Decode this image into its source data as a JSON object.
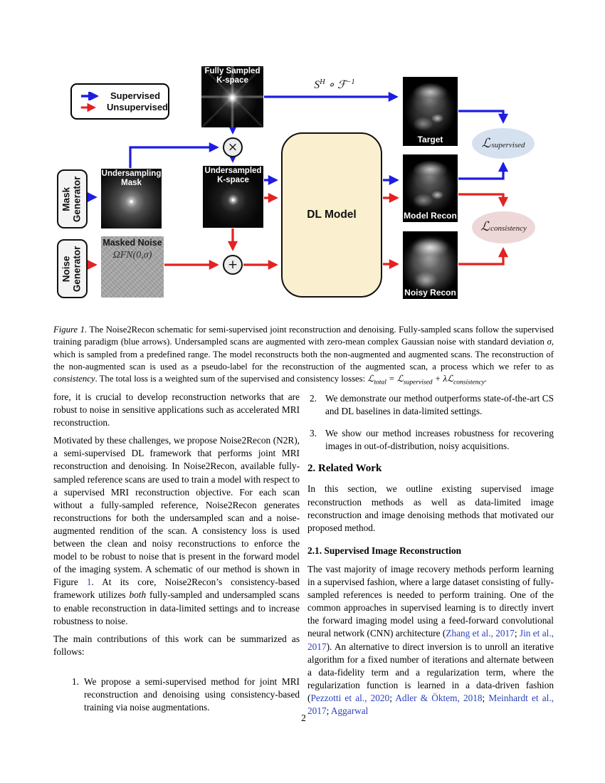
{
  "page_number": "2",
  "figure": {
    "legend": {
      "supervised_label": "Supervised",
      "unsupervised_label": "Unsupervised"
    },
    "operator": {
      "base": "S",
      "sup": "H",
      "circ": " ∘ ",
      "f": "ℱ",
      "fsup": "−1"
    },
    "nodes": {
      "fully_sampled_kspace": {
        "line1": "Fully Sampled",
        "line2": "K-space"
      },
      "undersampling_mask": {
        "line1": "Undersampling",
        "line2": "Mask"
      },
      "undersampled_kspace": {
        "line1": "Undersampled",
        "line2": "K-space"
      },
      "mask_generator": {
        "line1": "Mask",
        "line2": "Generator"
      },
      "noise_generator": {
        "line1": "Noise",
        "line2": "Generator"
      },
      "masked_noise": {
        "title": "Masked Noise",
        "formula": "ΩFN(0,σ)"
      },
      "dl_model": "DL Model",
      "target": "Target",
      "model_recon": "Model Recon",
      "noisy_recon": "Noisy Recon",
      "times_op": "×",
      "plus_op": "+",
      "loss_supervised": {
        "l": "ℒ",
        "sub": "supervised"
      },
      "loss_consistency": {
        "l": "ℒ",
        "sub": "consistency"
      }
    },
    "colors": {
      "supervised_arrow": "#1d1de0",
      "unsupervised_arrow": "#e32222",
      "dl_model_fill": "#faf0cf",
      "loss_supervised_fill": "#d6e1ef",
      "loss_consistency_fill": "#eed7d7"
    }
  },
  "caption": {
    "segments": [
      {
        "t": "Figure 1."
      },
      {
        "t": " The Noise2Recon schematic for semi-supervised joint reconstruction and denoising. Fully-sampled scans follow the supervised training paradigm (blue arrows). Undersampled scans are augmented with zero-mean complex Gaussian noise with standard deviation "
      },
      {
        "t": "σ"
      },
      {
        "t": ", which is sampled from a predefined range. The model reconstructs both the non-augmented and augmented scans. The reconstruction of the non-augmented scan is used as a pseudo-label for the reconstruction of the augmented scan, a process which we refer to as "
      },
      {
        "t": "consistency"
      },
      {
        "t": ". The total loss is a weighted sum of the supervised and consistency losses: "
      },
      {
        "t": "ℒ"
      },
      {
        "t": "total"
      },
      {
        "t": " = "
      },
      {
        "t": "ℒ"
      },
      {
        "t": "supervised"
      },
      {
        "t": " + λ"
      },
      {
        "t": "ℒ"
      },
      {
        "t": "consistency"
      },
      {
        "t": "."
      }
    ]
  },
  "left_column": {
    "p1": "fore, it is crucial to develop reconstruction networks that are robust to noise in sensitive applications such as accelerated MRI reconstruction.",
    "p2": {
      "segments": [
        {
          "t": "Motivated by these challenges, we propose Noise2Recon (N2R), a semi-supervised DL framework that performs joint MRI reconstruction and denoising. In Noise2Recon, available fully-sampled reference scans are used to train a model with respect to a supervised MRI reconstruction objective. For each scan without a fully-sampled reference, Noise2Recon generates reconstructions for both the undersampled scan and a noise-augmented rendition of the scan. A consistency loss is used between the clean and noisy reconstructions to enforce the model to be robust to noise that is present in the forward model of the imaging system. A schematic of our method is shown in Figure "
        },
        {
          "t": "1"
        },
        {
          "t": ". At its core, Noise2Recon’s consistency-based framework utilizes "
        },
        {
          "t": "both"
        },
        {
          "t": " fully-sampled and undersampled scans to enable reconstruction in data-limited settings and to increase robustness to noise."
        }
      ]
    },
    "p3": "The main contributions of this work can be summarized as follows:",
    "item1": {
      "num": "1.",
      "text": "We propose a semi-supervised method for joint MRI reconstruction and denoising using consistency-based training via noise augmentations."
    }
  },
  "right_column": {
    "item2": {
      "num": "2.",
      "text": "We demonstrate our method outperforms state-of-the-art CS and DL baselines in data-limited settings."
    },
    "item3": {
      "num": "3.",
      "text": "We show our method increases robustness for recovering images in out-of-distribution, noisy acquisitions."
    },
    "heading": "2. Related Work",
    "p1": "In this section, we outline existing supervised image reconstruction methods as well as data-limited image reconstruction and image denoising methods that motivated our proposed method.",
    "subheading": "2.1. Supervised Image Reconstruction",
    "p2": {
      "segments": [
        {
          "t": "The vast majority of image recovery methods perform learning in a supervised fashion, where a large dataset consisting of fully-sampled references is needed to perform training. One of the common approaches in supervised learning is to directly invert the forward imaging model using a feed-forward convolutional neural network (CNN) architecture ("
        },
        {
          "t": "Zhang et al., 2017"
        },
        {
          "t": "; "
        },
        {
          "t": "Jin et al., 2017"
        },
        {
          "t": "). An alternative to direct inversion is to unroll an iterative algorithm for a fixed number of iterations and alternate between a data-fidelity term and a regularization term, where the regularization function is learned in a data-driven fashion ("
        },
        {
          "t": "Pezzotti et al., 2020"
        },
        {
          "t": "; "
        },
        {
          "t": "Adler & Öktem, 2018"
        },
        {
          "t": "; "
        },
        {
          "t": "Meinhardt et al., 2017"
        },
        {
          "t": "; "
        },
        {
          "t": "Aggarwal"
        }
      ]
    }
  }
}
